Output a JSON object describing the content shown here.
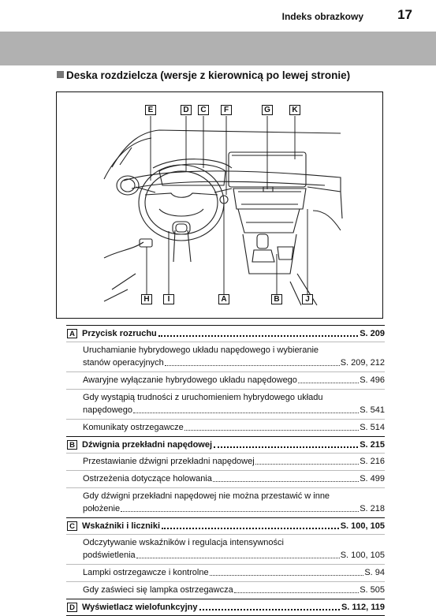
{
  "header": {
    "section_title": "Indeks obrazkowy",
    "page_number": "17"
  },
  "heading": "Deska rozdzielcza (wersje z kierownicą po lewej stronie)",
  "illustration": {
    "labels_top": [
      "E",
      "D",
      "C",
      "F",
      "G",
      "K"
    ],
    "labels_bottom": [
      "H",
      "I",
      "A",
      "B",
      "J"
    ]
  },
  "entries": [
    {
      "key": "A",
      "title": "Przycisk rozruchu",
      "page": "S. 209",
      "subs": [
        {
          "text1": "Uruchamianie hybrydowego układu napędowego i wybieranie",
          "text2": "stanów operacyjnych",
          "page": "S. 209, 212"
        },
        {
          "text1": "Awaryjne wyłączanie hybrydowego układu napędowego",
          "text2": "",
          "page": "S. 496"
        },
        {
          "text1": "Gdy wystąpią trudności z uruchomieniem hybrydowego układu",
          "text2": "napędowego",
          "page": "S. 541"
        },
        {
          "text1": "Komunikaty ostrzegawcze",
          "text2": "",
          "page": "S. 514"
        }
      ]
    },
    {
      "key": "B",
      "title": "Dźwignia przekładni napędowej",
      "page": "S. 215",
      "subs": [
        {
          "text1": "Przestawianie dźwigni przekładni napędowej",
          "text2": "",
          "page": "S. 216"
        },
        {
          "text1": "Ostrzeżenia dotyczące holowania",
          "text2": "",
          "page": "S. 499"
        },
        {
          "text1": "Gdy dźwigni przekładni napędowej nie można przestawić w inne",
          "text2": "położenie",
          "page": "S. 218"
        }
      ]
    },
    {
      "key": "C",
      "title": "Wskaźniki i liczniki",
      "page": "S. 100, 105",
      "subs": [
        {
          "text1": "Odczytywanie wskaźników i regulacja intensywności",
          "text2": "podświetlenia",
          "page": "S. 100, 105"
        },
        {
          "text1": "Lampki ostrzegawcze i kontrolne",
          "text2": "",
          "page": "S. 94"
        },
        {
          "text1": "Gdy zaświeci się lampka ostrzegawcza",
          "text2": "",
          "page": "S. 505"
        }
      ]
    },
    {
      "key": "D",
      "title": "Wyświetlacz wielofunkcyjny",
      "page": "S. 112, 119",
      "subs": []
    }
  ]
}
